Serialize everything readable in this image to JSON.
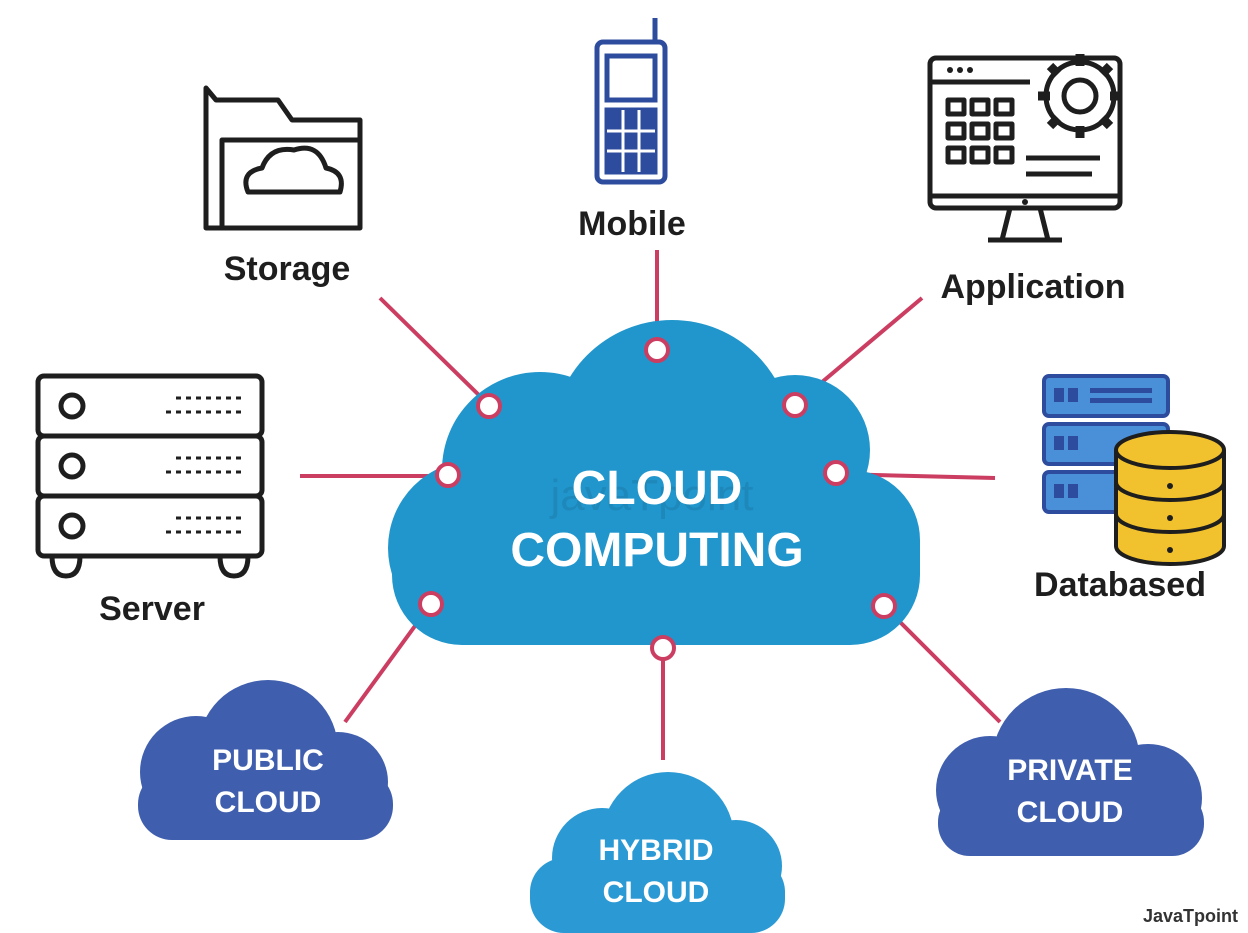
{
  "center": {
    "line1": "CLOUD",
    "line2": "COMPUTING"
  },
  "watermark": "javaTpoint",
  "nodes": {
    "storage": "Storage",
    "mobile": "Mobile",
    "application": "Application",
    "server": "Server",
    "databased": "Databased"
  },
  "deployments": {
    "public": {
      "line1": "PUBLIC",
      "line2": "CLOUD"
    },
    "hybrid": {
      "line1": "HYBRID",
      "line2": "CLOUD"
    },
    "private": {
      "line1": "PRIVATE",
      "line2": "CLOUD"
    }
  },
  "brand": {
    "logo": "JavaTpoint"
  },
  "colors": {
    "main_cloud": "#2196cc",
    "public_cloud": "#3f5fae",
    "hybrid_cloud": "#2b9ad4",
    "private_cloud": "#3f5fae",
    "connector": "#cc3d62",
    "icon_stroke": "#1e1e1e",
    "mobile_icon": "#2e4c9e",
    "database_blue": "#4a90d9",
    "database_gold": "#f2c12e"
  },
  "icons": [
    "folder-cloud-icon",
    "mobile-phone-icon",
    "monitor-gear-icon",
    "server-rack-icon",
    "database-server-icon"
  ]
}
